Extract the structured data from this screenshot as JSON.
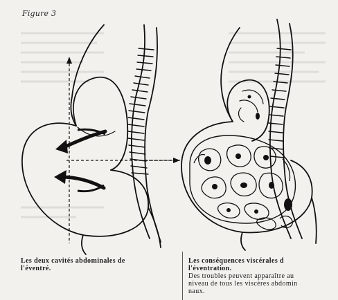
{
  "figure": {
    "label": "Figure 3"
  },
  "captions": {
    "left": {
      "line1": "Les deux cavités abdominales de",
      "line2": "l'éventré."
    },
    "right": {
      "line1": "Les conséquences viscérales d",
      "line2": "l'éventration.",
      "line3": "Des troubles peuvent apparaître au",
      "line4": "niveau de tous les viscères abdomin",
      "line5": "naux."
    }
  },
  "illustrations": {
    "left": {
      "icon": "torso-cavities-diagram",
      "arrows": 2
    },
    "right": {
      "icon": "torso-viscera-diagram"
    }
  },
  "colors": {
    "paper": "#f3f1ed",
    "ink": "#1b1b1b"
  }
}
